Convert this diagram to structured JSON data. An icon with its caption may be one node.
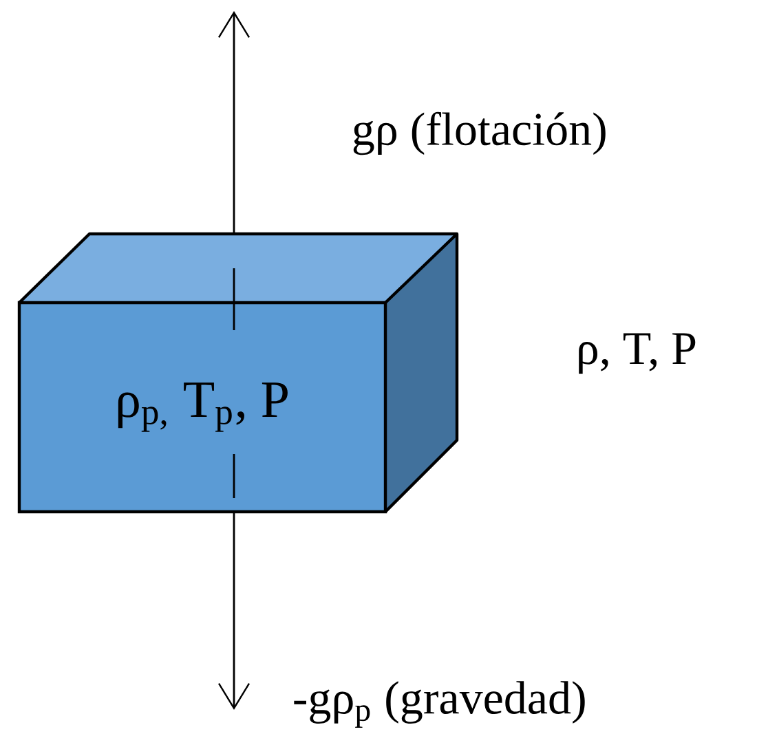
{
  "diagram": {
    "nodes": [
      {
        "text": [
          "ρ$_{p,}$ T$_{p}$, P"
        ]
      }
    ],
    "labels": [
      "gρ (flotación)",
      "ρ, T, P",
      "-gρ$_{p}$ (gravedad)"
    ]
  }
}
